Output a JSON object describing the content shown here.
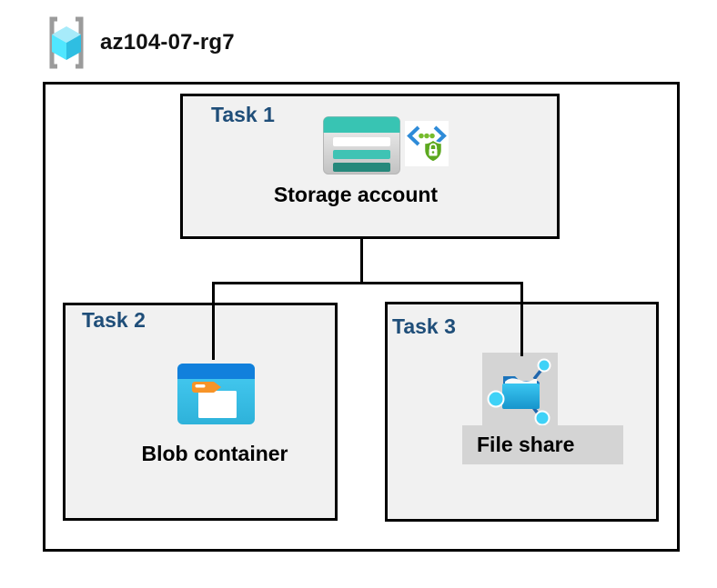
{
  "resource_group": {
    "name": "az104-07-rg7",
    "icon": "resource-group-icon"
  },
  "tasks": {
    "task1": {
      "label": "Task 1",
      "resource_label": "Storage account",
      "icons": [
        "storage-account-icon",
        "api-security-icon"
      ]
    },
    "task2": {
      "label": "Task 2",
      "resource_label": "Blob container",
      "icons": [
        "blob-container-icon"
      ]
    },
    "task3": {
      "label": "Task 3",
      "resource_label": "File share",
      "icons": [
        "file-share-icon"
      ]
    }
  },
  "connections": [
    {
      "from": "task1",
      "to": "task2"
    },
    {
      "from": "task1",
      "to": "task3"
    }
  ],
  "colors": {
    "task_label_blue": "#1F4E79",
    "box_fill_gray": "#F1F1F1",
    "highlight_gray": "#D4D4D4",
    "border_black": "#000000",
    "storage_teal": "#38C4B3",
    "storage_teal_dark": "#26887B",
    "blob_title_blue": "#1180DC",
    "blob_body_cyan": "#3FC8EE",
    "blob_tab_orange": "#F79428",
    "file_share_blue": "#1B74BC",
    "node_cyan": "#3FD2F7",
    "shield_green": "#5CA81F",
    "chevron_blue": "#2E8BD8",
    "rg_cube_cyan": "#50E6FF",
    "rg_bracket_gray": "#9B9B9B"
  }
}
